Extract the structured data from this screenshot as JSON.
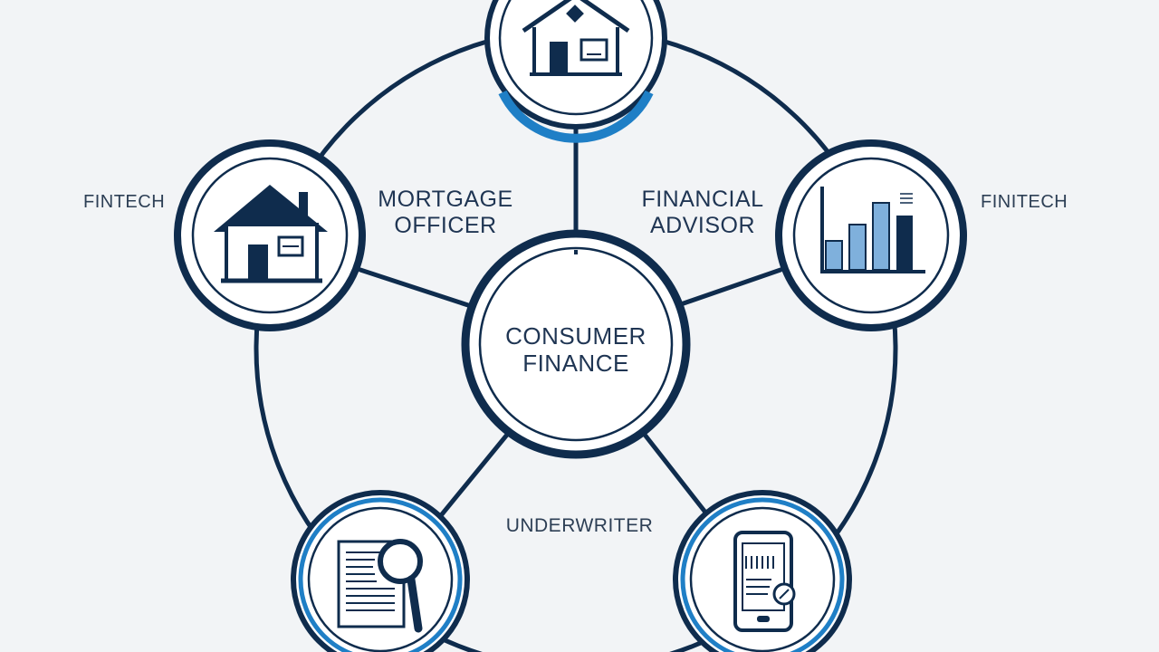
{
  "diagram": {
    "center": {
      "line1": "CONSUMER",
      "line2": "FINANCE"
    },
    "labels": {
      "mortgage_officer": {
        "line1": "MORTGAGE",
        "line2": "OFFICER"
      },
      "financial_advisor": {
        "line1": "FINANCIAL",
        "line2": "ADVISOR"
      },
      "underwriter": "UNDERWRITER",
      "fintech_left": "FINTECH",
      "fintech_right": "FINITECH"
    },
    "nodes": [
      {
        "id": "top",
        "icon": "house-icon"
      },
      {
        "id": "left",
        "icon": "house-icon"
      },
      {
        "id": "right",
        "icon": "bar-chart-icon"
      },
      {
        "id": "bottom-left",
        "icon": "document-search-icon"
      },
      {
        "id": "bottom-right",
        "icon": "mobile-phone-icon"
      }
    ],
    "colors": {
      "navy": "#0f2c4d",
      "accent_blue": "#1f7fc6",
      "light_blue": "#7fb0dc",
      "background": "#f2f4f6"
    }
  }
}
